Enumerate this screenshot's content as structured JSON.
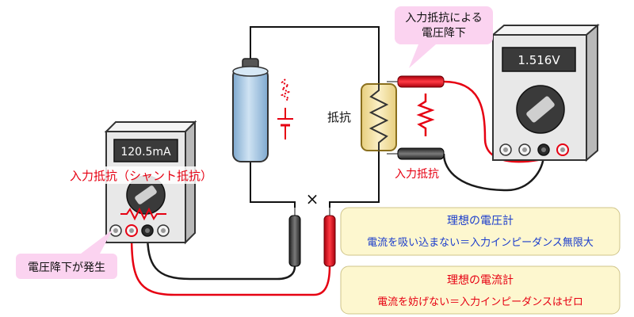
{
  "colors": {
    "wire_red": "#e60012",
    "wire_black": "#1a1a1a",
    "label_red": "#e60012",
    "label_blue": "#1a3ccc",
    "callout_pink": "#fbd3f0",
    "callout_yellow": "#fdf7cf",
    "meter_body": "#e8e8e8",
    "meter_display": "#3a3a3a",
    "battery_blue": "#a9cbe6",
    "resistor_yellow": "#f4e3a8"
  },
  "meters": {
    "ammeter": {
      "display": "120.5mA"
    },
    "voltmeter": {
      "display": "1.516V"
    }
  },
  "labels": {
    "resistor": "抵抗",
    "shunt_resistance": "入力抵抗（シャント抵抗）",
    "voltmeter_input_resistance": "入力抵抗",
    "open_point_mark": "×"
  },
  "callouts": {
    "voltage_drop_by_input_resistance": {
      "line1": "入力抵抗による",
      "line2": "電圧降下"
    },
    "voltage_drop_occurs": "電圧降下が発生",
    "ideal_voltmeter": {
      "title": "理想の電圧計",
      "body": "電流を吸い込まない＝入力インピーダンス無限大"
    },
    "ideal_ammeter": {
      "title": "理想の電流計",
      "body": "電流を妨げない＝入力インピーダンスはゼロ"
    }
  },
  "icons": {
    "battery": "battery-icon",
    "battery_symbol": "battery-symbol-icon",
    "resistor": "resistor-icon",
    "resistor_symbol": "resistor-symbol-icon",
    "probe": "probe-icon",
    "dial": "rotary-dial-icon"
  }
}
